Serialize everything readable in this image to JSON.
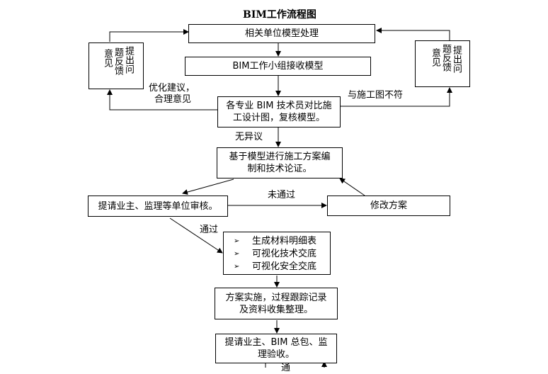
{
  "title": "BIM工作流程图",
  "nodes": {
    "related_units": "相关单位模型处理",
    "bim_group": "BIM工作小组接收模型",
    "compare_line1": "各专业 BIM 技术员对比施",
    "compare_line2": "工设计图，复核模型。",
    "plan_line1": "基于模型进行施工方案编",
    "plan_line2": "制和技术论证。",
    "owner_review": "提请业主、监理等单位审核。",
    "modify": "修改方案",
    "outputs": [
      "生成材料明细表",
      "可视化技术交底",
      "可视化安全交底"
    ],
    "implement_line1": "方案实施，过程跟踪记录",
    "implement_line2": "及资料收集整理。",
    "acceptance_line1": "提请业主、BIM 总包、监",
    "acceptance_line2": "理验收。"
  },
  "side_boxes": {
    "left": {
      "col1": "提出问",
      "col2": "题反馈",
      "col3": "意见"
    },
    "right": {
      "col1": "提出问",
      "col2": "题反馈",
      "col3": "意见"
    }
  },
  "labels": {
    "optimize_line1": "优化建议，",
    "optimize_line2": "合理意见",
    "mismatch": "与施工图不符",
    "no_objection": "无异议",
    "not_passed": "未通过",
    "passed": "通过",
    "bottom_partial": "通"
  },
  "icons": {
    "bullet": "arrowhead-bullet-icon"
  },
  "colors": {
    "line": "#000000",
    "background": "#ffffff"
  }
}
